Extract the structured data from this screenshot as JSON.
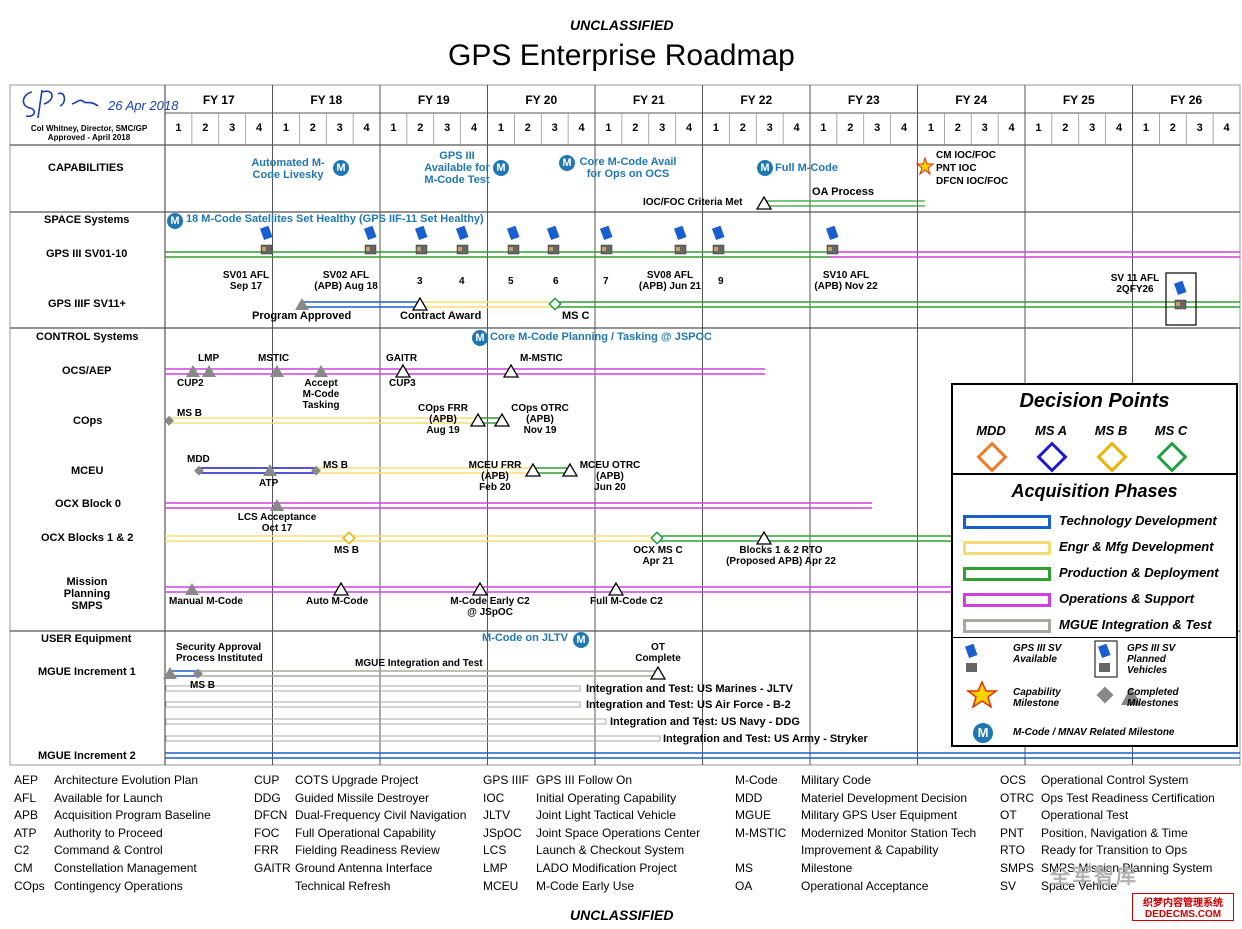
{
  "header": {
    "classification_top": "UNCLASSIFIED",
    "title": "GPS Enterprise Roadmap",
    "signature_caption_1": "Col Whitney, Director, SMC/GP",
    "signature_caption_2": "Approved - April 2018",
    "signature_date": "26 Apr 2018",
    "classification_bottom": "UNCLASSIFIED"
  },
  "timeline": {
    "fiscal_years": [
      "FY 17",
      "FY 18",
      "FY 19",
      "FY 20",
      "FY 21",
      "FY 22",
      "FY 23",
      "FY 24",
      "FY 25",
      "FY 26"
    ],
    "quarters": [
      "1",
      "2",
      "3",
      "4"
    ]
  },
  "sections": {
    "capabilities": "CAPABILITIES",
    "space": "SPACE Systems",
    "control": "CONTROL Systems",
    "user": "USER Equipment"
  },
  "rows": {
    "gps3": "GPS III SV01-10",
    "gps3f": "GPS IIIF SV11+",
    "ocs": "OCS/AEP",
    "cops": "COps",
    "mceu": "MCEU",
    "ocx0": "OCX Block 0",
    "ocx12": "OCX Blocks 1 & 2",
    "mp1": "Mission Planning",
    "mp2": "SMPS",
    "mgue1": "MGUE Increment 1",
    "mgue2": "MGUE Increment 2"
  },
  "labels": {
    "cap_livesky": "Automated M-Code Livesky",
    "cap_gps3": "GPS III Available for M-Code Test",
    "cap_core": "Core M-Code Avail for Ops on OCS",
    "cap_full": "Full M-Code",
    "cap_oa": "OA Process",
    "cap_ioc_criteria": "IOC/FOC Criteria Met",
    "cap_cm": "CM IOC/FOC",
    "cap_pnt": "PNT IOC",
    "cap_dfcn": "DFCN IOC/FOC",
    "space_18": "18 M-Code Satellites Set Healthy (GPS IIF-11 Set Healthy)",
    "sv01": "SV01 AFL",
    "sv01d": "Sep 17",
    "sv02": "SV02 AFL",
    "sv02d": "(APB) Aug 18",
    "sv3": "3",
    "sv4": "4",
    "sv5": "5",
    "sv6": "6",
    "sv7": "7",
    "sv08": "SV08 AFL",
    "sv08d": "(APB) Jun 21",
    "sv9": "9",
    "sv10": "SV10 AFL",
    "sv10d": "(APB) Nov 22",
    "sv11": "SV 11 AFL",
    "sv11d": "2QFY26",
    "prog_approved": "Program Approved",
    "contract_award": "Contract Award",
    "msc": "MS C",
    "core_planning": "Core M-Code Planning / Tasking @ JSPOC",
    "lmp": "LMP",
    "mstic": "MSTIC",
    "gaitr": "GAITR",
    "mmstic": "M-MSTIC",
    "cup2": "CUP2",
    "cup3": "CUP3",
    "accept1": "Accept",
    "accept2": "M-Code",
    "accept3": "Tasking",
    "cops_msb": "MS B",
    "cops_frr1": "COps FRR",
    "cops_frr2": "(APB)",
    "cops_frr3": "Aug 19",
    "cops_otrc1": "COps OTRC",
    "cops_otrc2": "(APB)",
    "cops_otrc3": "Nov 19",
    "mdd": "MDD",
    "atp": "ATP",
    "mceu_msb": "MS B",
    "mceu_frr1": "MCEU FRR",
    "mceu_frr2": "(APB)",
    "mceu_frr3": "Feb 20",
    "mceu_otrc1": "MCEU OTRC",
    "mceu_otrc2": "(APB)",
    "mceu_otrc3": "Jun 20",
    "lcs1": "LCS Acceptance",
    "lcs2": "Oct 17",
    "ocx_msb": "MS B",
    "ocx_msc1": "OCX MS C",
    "ocx_msc2": "Apr 21",
    "rto1": "Blocks 1 & 2 RTO",
    "rto2": "(Proposed APB) Apr 22",
    "manual": "Manual M-Code",
    "auto": "Auto M-Code",
    "early1": "M-Code Early C2",
    "early2": "@ JSpOC",
    "fullc2": "Full M-Code C2",
    "sec1": "Security Approval",
    "sec2": "Process Instituted",
    "mgue_it": "MGUE Integration and Test",
    "mgue_msb": "MS B",
    "jltv_m": "M-Code on JLTV",
    "ot1": "OT",
    "ot2": "Complete",
    "it_marines": "Integration and Test: US Marines - JLTV",
    "it_af": "Integration and Test: US Air Force - B-2",
    "it_navy": "Integration and Test: US Navy - DDG",
    "it_army": "Integration and Test: US Army - Stryker"
  },
  "legend": {
    "decision_title": "Decision Points",
    "decision_points": [
      {
        "label": "MDD",
        "color": "#f07820"
      },
      {
        "label": "MS A",
        "color": "#1a1ad0"
      },
      {
        "label": "MS B",
        "color": "#f0b000"
      },
      {
        "label": "MS C",
        "color": "#20a040"
      }
    ],
    "phases_title": "Acquisition Phases",
    "phases": [
      {
        "label": "Technology Development",
        "color": "#1a5fd0"
      },
      {
        "label": "Engr & Mfg Development",
        "color": "#f5dd70"
      },
      {
        "label": "Production & Deployment",
        "color": "#30a030"
      },
      {
        "label": "Operations & Support",
        "color": "#d040e0"
      },
      {
        "label": "MGUE Integration & Test",
        "color": "#a8a8a0"
      }
    ],
    "sym_available": "GPS III SV Available",
    "sym_planned": "GPS III SV Planned Vehicles",
    "sym_capability": "Capability Milestone",
    "sym_completed": "Completed Milestones",
    "sym_mcode": "M-Code / MNAV Related Milestone",
    "m_letter": "M"
  },
  "glossary": [
    [
      [
        "AEP",
        "Architecture Evolution Plan"
      ],
      [
        "AFL",
        "Available for Launch"
      ],
      [
        "APB",
        "Acquisition Program Baseline"
      ],
      [
        "ATP",
        "Authority to Proceed"
      ],
      [
        "C2",
        "Command & Control"
      ],
      [
        "CM",
        "Constellation Management"
      ],
      [
        "COps",
        "Contingency Operations"
      ]
    ],
    [
      [
        "CUP",
        "COTS Upgrade Project"
      ],
      [
        "DDG",
        "Guided Missile Destroyer"
      ],
      [
        "DFCN",
        "Dual-Frequency Civil Navigation"
      ],
      [
        "FOC",
        "Full Operational Capability"
      ],
      [
        "FRR",
        "Fielding Readiness Review"
      ],
      [
        "GAITR",
        "Ground Antenna Interface"
      ],
      [
        "",
        "Technical Refresh"
      ]
    ],
    [
      [
        "GPS IIIF",
        "GPS III Follow On"
      ],
      [
        "IOC",
        "Initial Operating Capability"
      ],
      [
        "JLTV",
        "Joint Light Tactical Vehicle"
      ],
      [
        "JSpOC",
        "Joint Space Operations Center"
      ],
      [
        "LCS",
        "Launch & Checkout System"
      ],
      [
        "LMP",
        "LADO Modification Project"
      ],
      [
        "MCEU",
        "M-Code Early Use"
      ]
    ],
    [
      [
        "M-Code",
        "Military Code"
      ],
      [
        "MDD",
        "Materiel Development Decision"
      ],
      [
        "MGUE",
        "Military GPS User Equipment"
      ],
      [
        "M-MSTIC",
        "Modernized Monitor Station Tech"
      ],
      [
        "",
        "Improvement & Capability"
      ],
      [
        "MS",
        "Milestone"
      ],
      [
        "OA",
        "Operational Acceptance"
      ]
    ],
    [
      [
        "OCS",
        "Operational Control System"
      ],
      [
        "OTRC",
        "Ops Test Readiness Certification"
      ],
      [
        "OT",
        "Operational Test"
      ],
      [
        "PNT",
        "Position, Navigation & Time"
      ],
      [
        "RTO",
        "Ready for Transition to Ops"
      ],
      [
        "SMPS",
        "SMPS Mission Planning System"
      ],
      [
        "SV",
        "Space Vehicle"
      ]
    ]
  ],
  "watermark": {
    "text1": "全军智库",
    "text2": "织梦内容管理系统",
    "text3": "DEDECMS.COM"
  }
}
